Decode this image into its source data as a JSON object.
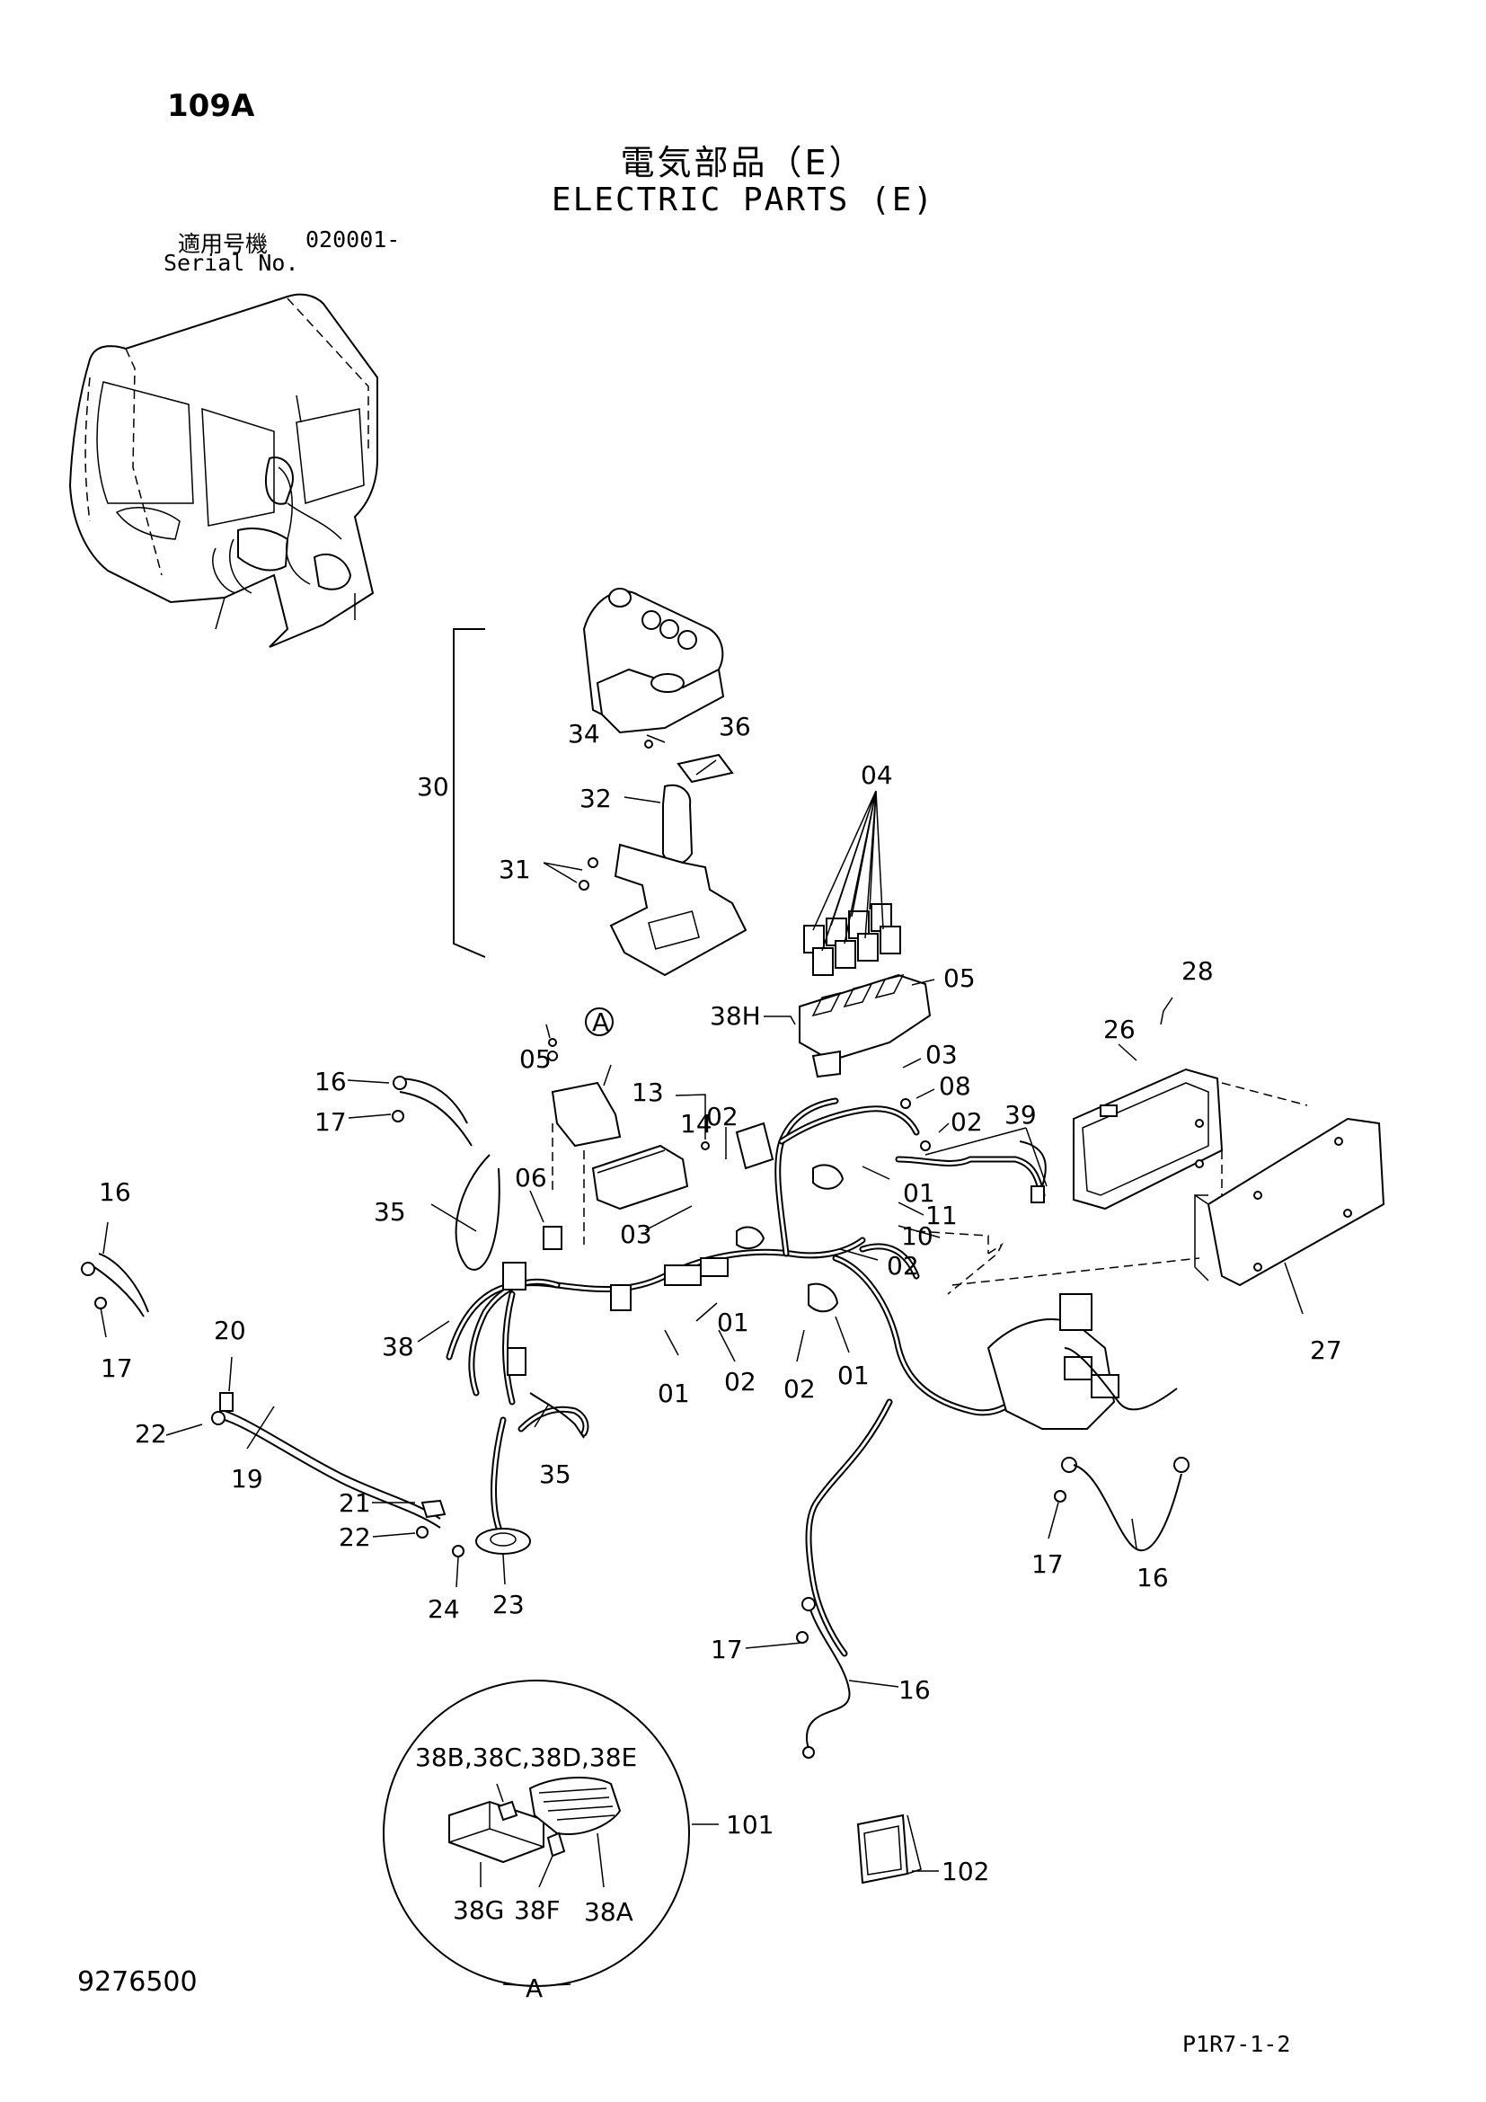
{
  "header": {
    "page_number": "109A",
    "title_jp": "電気部品（E）",
    "title_en": "ELECTRIC PARTS (E)",
    "serial_label_jp": "適用号機",
    "serial_value": "020001-",
    "serial_label_en": "Serial No."
  },
  "callouts": {
    "c30": "30",
    "c34": "34",
    "c36": "36",
    "c32": "32",
    "c31": "31",
    "c04": "04",
    "c05a": "05",
    "c38h": "38H",
    "c28": "28",
    "c26": "26",
    "c05b": "05",
    "c03a": "03",
    "c08": "08",
    "c02a": "02",
    "c39": "39",
    "c13": "13",
    "c14": "14",
    "c02b": "02",
    "c16a": "16",
    "c17a": "17",
    "c06": "06",
    "c35a": "35",
    "c03b": "03",
    "c01a": "01",
    "c11": "11",
    "c10": "10",
    "c02c": "02",
    "c16b": "16",
    "c17b": "17",
    "c38": "38",
    "c01b": "01",
    "c01c": "01",
    "c02d": "02",
    "c02e": "02",
    "c01d": "01",
    "c27": "27",
    "c20": "20",
    "c22a": "22",
    "c19": "19",
    "c35b": "35",
    "c21": "21",
    "c22b": "22",
    "c24": "24",
    "c23": "23",
    "c17c": "17",
    "c16c": "16",
    "c17d": "17",
    "c16d": "16",
    "detail_top": "38B,38C,38D,38E",
    "c101": "101",
    "c102": "102",
    "c38g": "38G",
    "c38f": "38F",
    "c38a": "38A",
    "view_marker": "A",
    "view_marker_bottom": "A"
  },
  "footer": {
    "document_number": "9276500",
    "page_code": "P1R7-1-2"
  }
}
